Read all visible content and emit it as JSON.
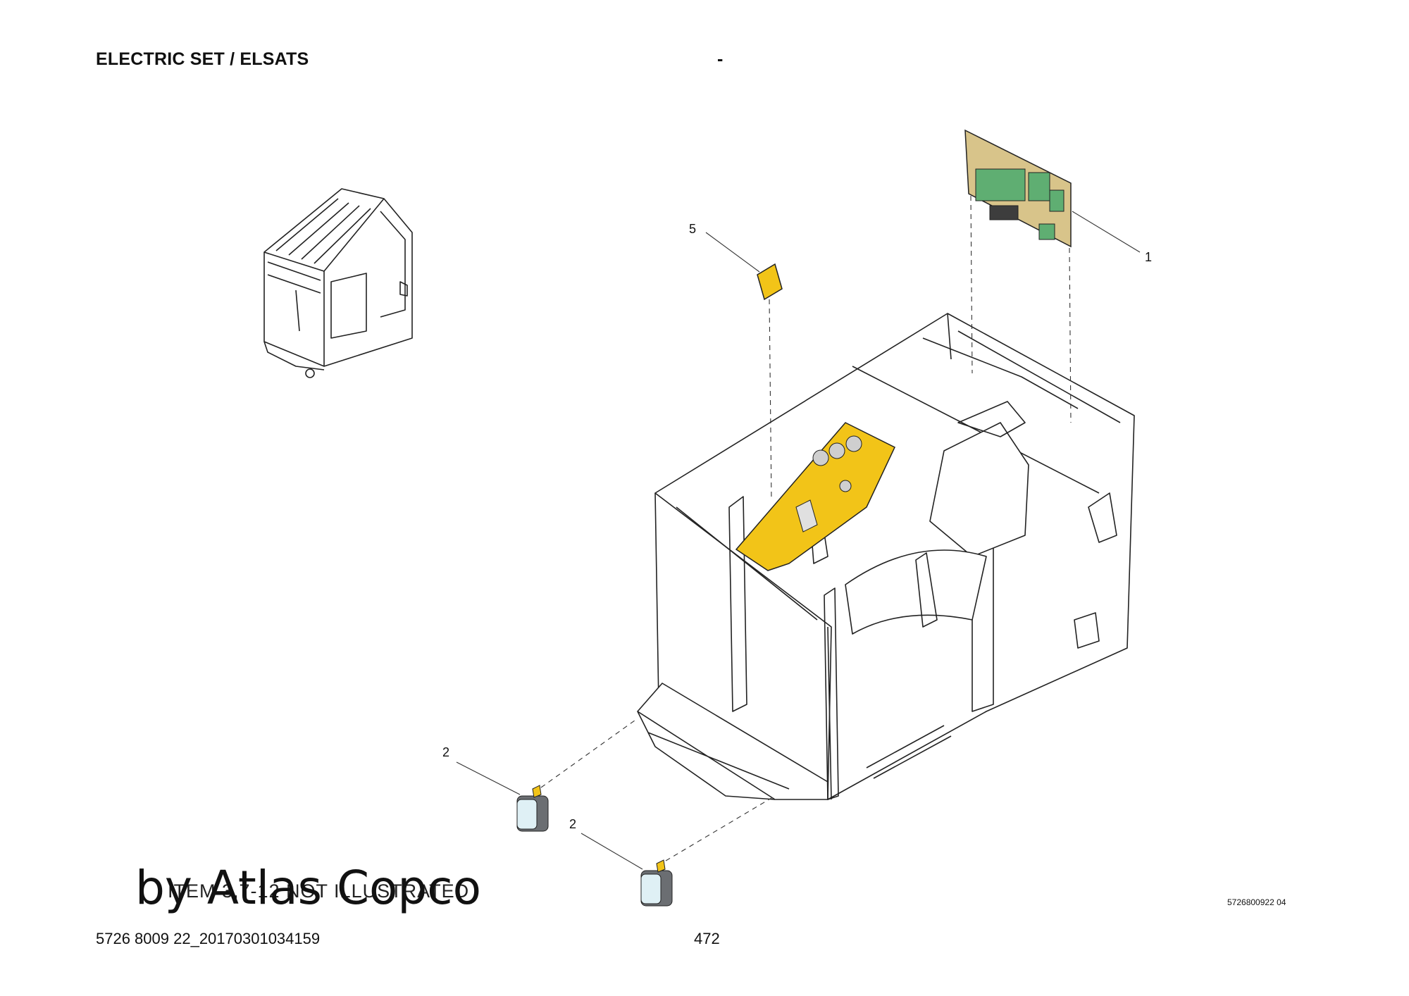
{
  "header": {
    "title": "ELECTRIC SET / ELSATS",
    "separator": "-"
  },
  "callouts": [
    {
      "id": "1",
      "label": "1"
    },
    {
      "id": "2a",
      "label": "2"
    },
    {
      "id": "2b",
      "label": "2"
    },
    {
      "id": "5",
      "label": "5"
    }
  ],
  "figure_code": "5726800922 04",
  "note": "ITEM 3,7-12 NOT ILLUSTRATED",
  "watermark": "by Atlas Copco",
  "footer": {
    "document_id": "5726 8009 22_20170301034159",
    "page_number": "472"
  },
  "colors": {
    "highlight_yellow": "#f2c418",
    "board_tan": "#d8c48a",
    "component_green": "#5fae72",
    "lamp_grey": "#6b6e72",
    "lamp_lens": "#dff0f5"
  }
}
